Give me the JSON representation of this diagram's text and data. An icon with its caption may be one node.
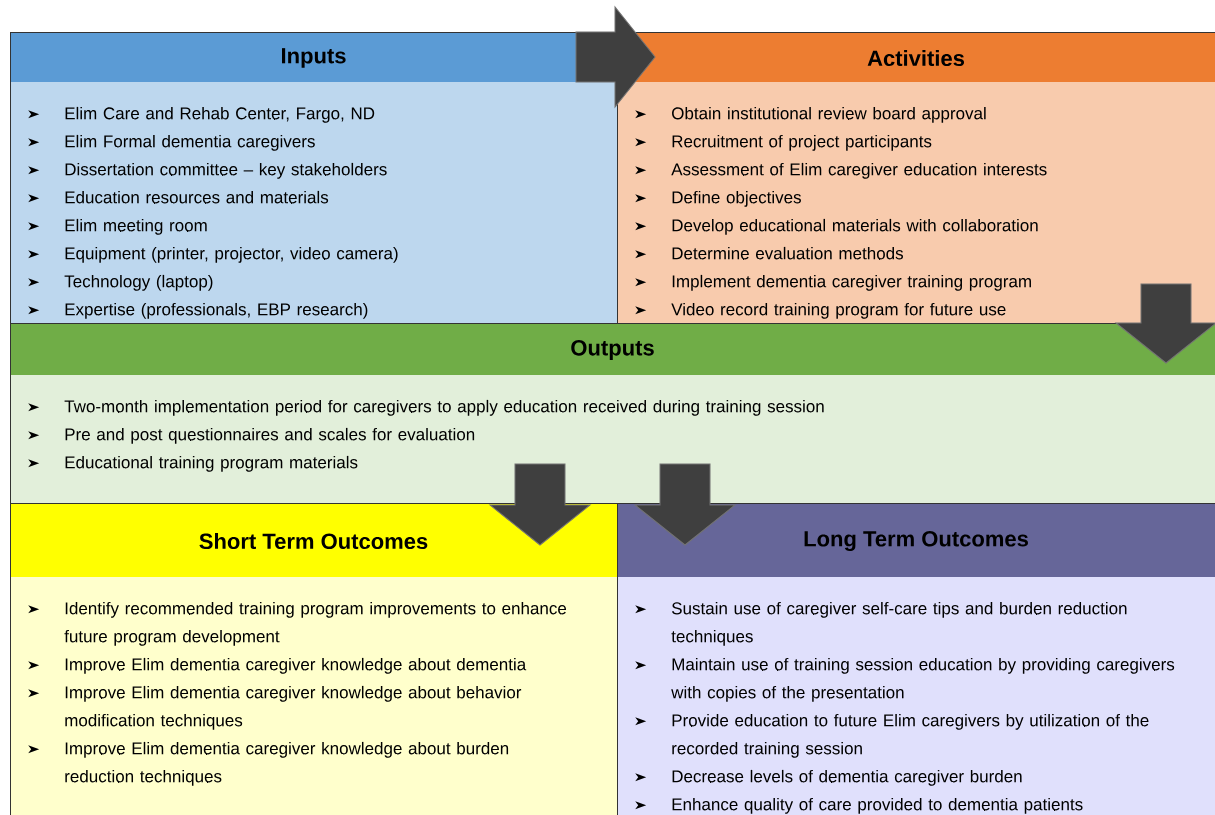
{
  "diagram": {
    "nodes": [
      {
        "text": [
          "Inputs",
          "Elim Care and Rehab Center, Fargo, ND",
          "Elim Formal dementia caregivers",
          "Dissertation committee – key stakeholders",
          "Education resources and materials",
          "Elim meeting room",
          "Equipment (printer, projector, video camera)",
          "Technology (laptop)",
          "Expertise (professionals, EBP research)"
        ]
      },
      {
        "text": [
          "Activities",
          "Obtain institutional review board approval",
          "Recruitment of project participants",
          "Assessment of Elim caregiver education interests",
          "Define objectives",
          "Develop educational materials with collaboration",
          "Determine evaluation methods",
          "Implement dementia caregiver training program",
          "Video record training program for future use"
        ]
      },
      {
        "text": [
          "Outputs",
          "Two-month implementation period for caregivers to apply education received during training session",
          "Pre and post questionnaires and scales for evaluation",
          "Educational training program materials"
        ]
      },
      {
        "text": [
          "Short Term Outcomes",
          "Identify recommended training program improvements to enhance future program development",
          "Improve Elim dementia caregiver knowledge about dementia",
          "Improve Elim dementia caregiver knowledge about behavior modification techniques",
          "Improve Elim dementia caregiver knowledge about burden reduction techniques"
        ]
      },
      {
        "text": [
          "Long Term Outcomes",
          "Sustain use of caregiver self-care tips and burden reduction techniques",
          "Maintain use of training session education by providing caregivers with copies of the presentation",
          "Provide education to future Elim caregivers by utilization of the recorded training session",
          "Decrease levels of dementia caregiver burden",
          "Enhance quality of care provided to dementia patients"
        ]
      }
    ],
    "edges": [
      {
        "from": 0,
        "to": 1,
        "arrow": "to"
      },
      {
        "from": 1,
        "to": 2,
        "arrow": "to"
      },
      {
        "from": 2,
        "to": 3,
        "arrow": "to"
      },
      {
        "from": 2,
        "to": 4,
        "arrow": "to"
      }
    ]
  }
}
